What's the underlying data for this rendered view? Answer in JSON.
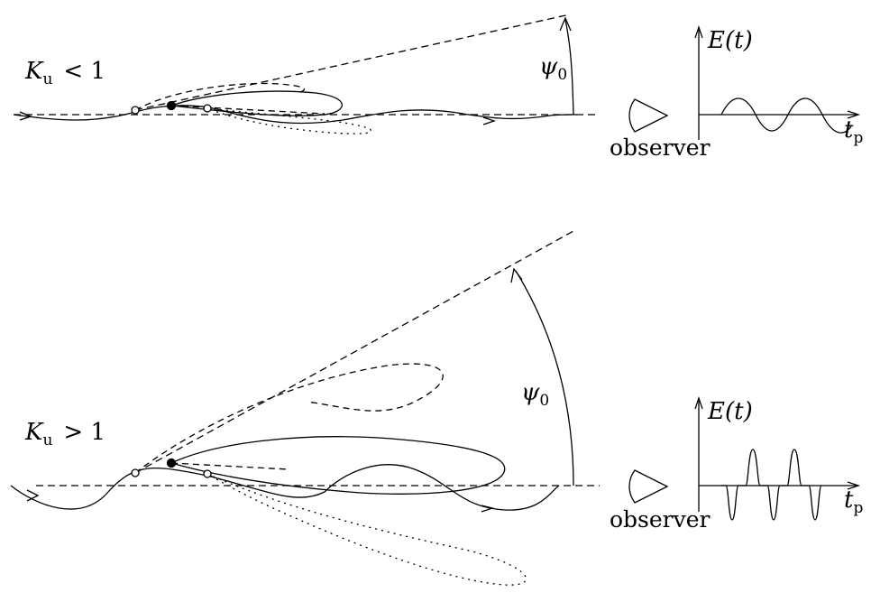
{
  "panels": {
    "top": {
      "regime_symbol": "K",
      "regime_subscript": "u",
      "regime_relation": "< 1",
      "angle_label": "ψ",
      "angle_subscript": "0",
      "observer_label": "observer",
      "field_label": "E(t)",
      "time_symbol": "t",
      "time_subscript": "p"
    },
    "bottom": {
      "regime_symbol": "K",
      "regime_subscript": "u",
      "regime_relation": "> 1",
      "angle_label": "ψ",
      "angle_subscript": "0",
      "observer_label": "observer",
      "field_label": "E(t)",
      "time_symbol": "t",
      "time_subscript": "p"
    }
  },
  "colors": {
    "ink": "#000000",
    "background": "#ffffff"
  }
}
